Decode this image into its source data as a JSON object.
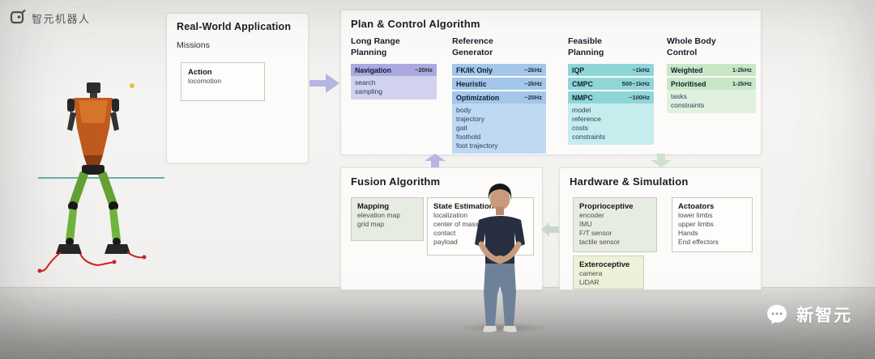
{
  "brand": {
    "logo_text": "智元机器人"
  },
  "watermark": {
    "text": "新智元"
  },
  "real_world": {
    "title": "Real-World Application",
    "subtitle": "Missions",
    "action": {
      "name": "Action",
      "items": [
        "locomotion"
      ]
    }
  },
  "plan": {
    "title": "Plan & Control Algorithm",
    "sections": [
      {
        "label": "Long Range\nPlanning",
        "boxes": [
          {
            "name": "Navigation",
            "freq": "~20Hz",
            "items": [
              "search",
              "sampling"
            ]
          }
        ]
      },
      {
        "label": "Reference\nGenerator",
        "boxes": [
          {
            "name": "FK/IK Only",
            "freq": "~2kHz",
            "items": []
          },
          {
            "name": "Heuristic",
            "freq": "~2kHz",
            "items": []
          },
          {
            "name": "Optimization",
            "freq": "~20Hz",
            "items": [
              "body",
              "trajectory",
              "gait",
              "foothold",
              "foot trajectory"
            ]
          }
        ]
      },
      {
        "label": "Feasible\nPlanning",
        "boxes": [
          {
            "name": "IQP",
            "freq": "~1kHz",
            "items": []
          },
          {
            "name": "CMPC",
            "freq": "500~1kHz",
            "items": []
          },
          {
            "name": "NMPC",
            "freq": "~100Hz",
            "items": [
              "model",
              "reference",
              "costs",
              "constraints"
            ]
          }
        ]
      },
      {
        "label": "Whole Body\nControl",
        "boxes": [
          {
            "name": "Weighted",
            "freq": "1-2kHz",
            "items": []
          },
          {
            "name": "Prioritised",
            "freq": "1-2kHz",
            "items": [
              "tasks",
              "constraints"
            ]
          }
        ]
      }
    ]
  },
  "fusion": {
    "title": "Fusion Algorithm",
    "boxes": [
      {
        "name": "Mapping",
        "items": [
          "elevation map",
          "grid map"
        ]
      },
      {
        "name": "State Estimation",
        "items": [
          "localization",
          "center of mass",
          "contact",
          "payload"
        ]
      }
    ]
  },
  "hardware": {
    "title": "Hardware & Simulation",
    "boxes": [
      {
        "name": "Proprioceptive",
        "items": [
          "encoder",
          "IMU",
          "F/T sensor",
          "tactile sensor"
        ]
      },
      {
        "name": "Actoators",
        "items": [
          "lower limbs",
          "upper limbs",
          "Hands",
          "End effectors"
        ]
      },
      {
        "name": "Exteroceptive",
        "items": [
          "camera",
          "LiDAR"
        ]
      }
    ]
  },
  "palette": {
    "long_range": "#aba9e0",
    "reference": "#a3c6ea",
    "feasible": "#8fd6d8",
    "whole_body": "#c9e7c6",
    "arrow_purple": "#b7b5e4",
    "arrow_green": "#cde3cb"
  }
}
